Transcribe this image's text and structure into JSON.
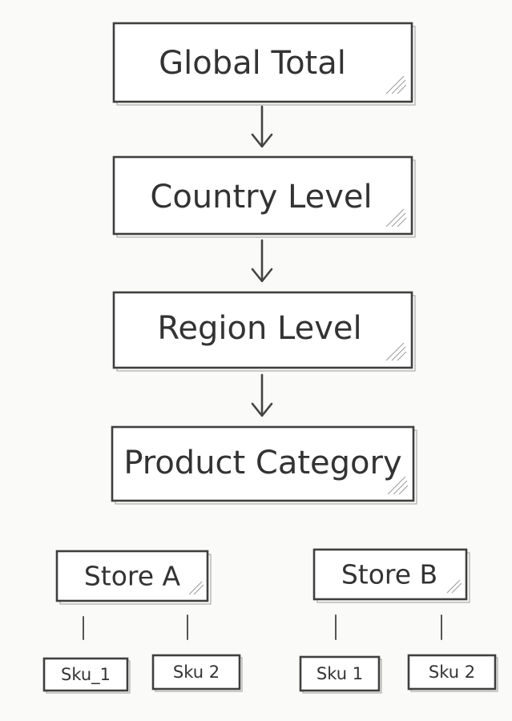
{
  "diagram": {
    "levels": [
      {
        "label": "Global Total"
      },
      {
        "label": "Country Level"
      },
      {
        "label": "Region Level"
      },
      {
        "label": "Product Category"
      }
    ],
    "stores": [
      {
        "label": "Store A",
        "skus": [
          "Sku_1",
          "Sku 2"
        ]
      },
      {
        "label": "Store B",
        "skus": [
          "Sku 1",
          "Sku 2"
        ]
      }
    ]
  }
}
